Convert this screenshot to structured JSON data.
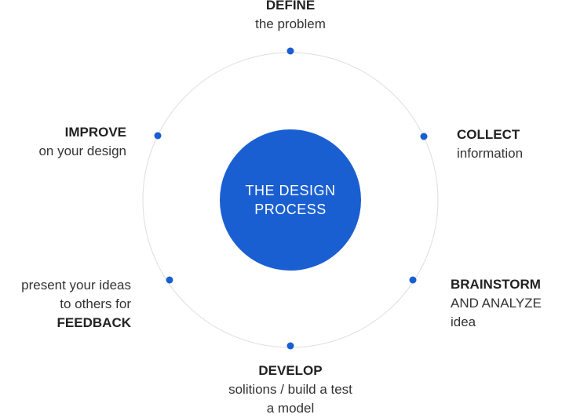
{
  "colors": {
    "accent": "#1a5fd1",
    "ring": "#dedede",
    "text": "#2a2a2a"
  },
  "center": {
    "line1": "THE DESIGN",
    "line2": "PROCESS"
  },
  "steps": {
    "define": {
      "title": "DEFINE",
      "sub": "the problem"
    },
    "collect": {
      "title": "COLLECT",
      "sub": "information"
    },
    "brainstorm": {
      "title": "BRAINSTORM",
      "sub1": "AND ANALYZE",
      "sub2": "idea"
    },
    "develop": {
      "title": "DEVELOP",
      "sub1": "solitions / build a test",
      "sub2": "a model"
    },
    "feedback": {
      "sub1": "present your ideas",
      "sub2": "to others for",
      "title": "FEEDBACK"
    },
    "improve": {
      "title": "IMPROVE",
      "sub": "on your design"
    }
  }
}
